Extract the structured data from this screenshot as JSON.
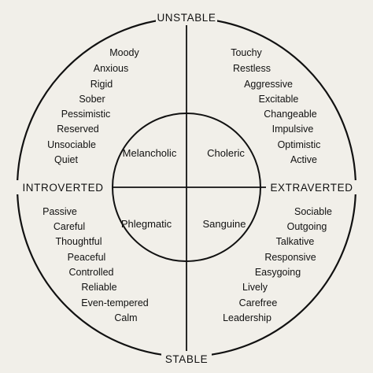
{
  "axis_labels": {
    "top": "UNSTABLE",
    "bottom": "STABLE",
    "left": "INTROVERTED",
    "right": "EXTRAVERTED"
  },
  "temperaments": {
    "melancholic": "Melancholic",
    "choleric": "Choleric",
    "phlegmatic": "Phlegmatic",
    "sanguine": "Sanguine"
  },
  "traits": {
    "unstable_introverted": [
      "Moody",
      "Anxious",
      "Rigid",
      "Sober",
      "Pessimistic",
      "Reserved",
      "Unsociable",
      "Quiet"
    ],
    "unstable_extraverted": [
      "Touchy",
      "Restless",
      "Aggressive",
      "Excitable",
      "Changeable",
      "Impulsive",
      "Optimistic",
      "Active"
    ],
    "stable_introverted": [
      "Passive",
      "Careful",
      "Thoughtful",
      "Peaceful",
      "Controlled",
      "Reliable",
      "Even-tempered",
      "Calm"
    ],
    "stable_extraverted": [
      "Sociable",
      "Outgoing",
      "Talkative",
      "Responsive",
      "Easygoing",
      "Lively",
      "Carefree",
      "Leadership"
    ]
  }
}
